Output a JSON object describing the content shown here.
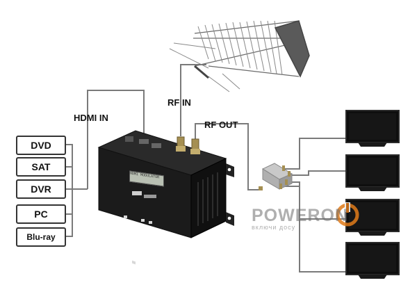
{
  "sources": [
    {
      "label": "DVD"
    },
    {
      "label": "SAT"
    },
    {
      "label": "DVR"
    },
    {
      "label": "PC"
    },
    {
      "label": "Blu-ray"
    }
  ],
  "labels": {
    "hdmi_in": "HDMI IN",
    "rf_in": "RF IN",
    "rf_out": "RF OUT"
  },
  "device": {
    "lcd_text": "HDMI MODULATOR"
  },
  "watermark": {
    "brand": "POWERON",
    "tagline": "включи досу"
  },
  "tv_count": 4,
  "colors": {
    "line": "#777777",
    "device": "#1b1b1b",
    "accent": "#e07b1a"
  }
}
